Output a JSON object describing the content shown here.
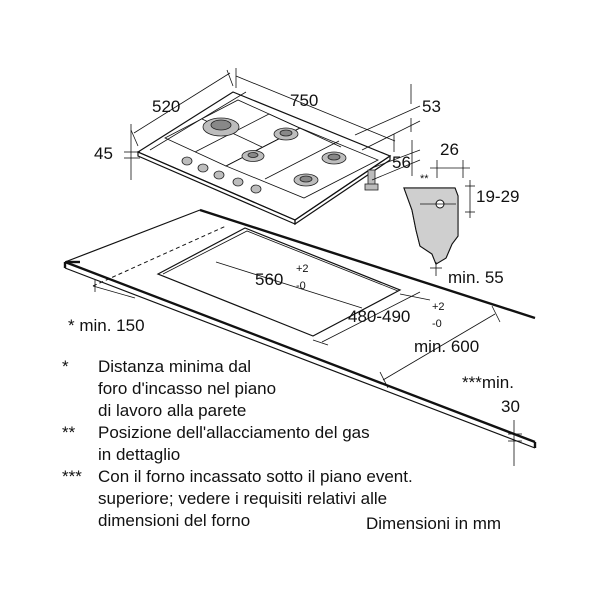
{
  "diagram": {
    "dimensions": {
      "hob_depth": "520",
      "hob_width": "750",
      "hob_height": "45",
      "edge_53": "53",
      "edge_56": "56",
      "profile_26": "26",
      "profile_range": "19-29",
      "gas_marker": "**",
      "cutout_width": "560",
      "cutout_width_tol_plus": "+2",
      "cutout_width_tol_minus": "-0",
      "cutout_depth": "480-490",
      "cutout_depth_tol_plus": "+2",
      "cutout_depth_tol_minus": "-0",
      "min_55": "min. 55",
      "min_150": "* min. 150",
      "min_600": "min. 600",
      "min_30_label": "***min.",
      "min_30_value": "30"
    },
    "notes": [
      {
        "mark": "*",
        "text": "Distanza minima dal\nforo d'incasso nel piano\ndi lavoro alla parete"
      },
      {
        "mark": "**",
        "text": "Posizione dell'allacciamento del gas\nin dettaglio"
      },
      {
        "mark": "***",
        "text": "Con il forno incassato sotto il piano event.\nsuperiore; vedere i requisiti relativi alle\ndimensioni del forno"
      }
    ],
    "units_label": "Dimensioni in mm"
  }
}
